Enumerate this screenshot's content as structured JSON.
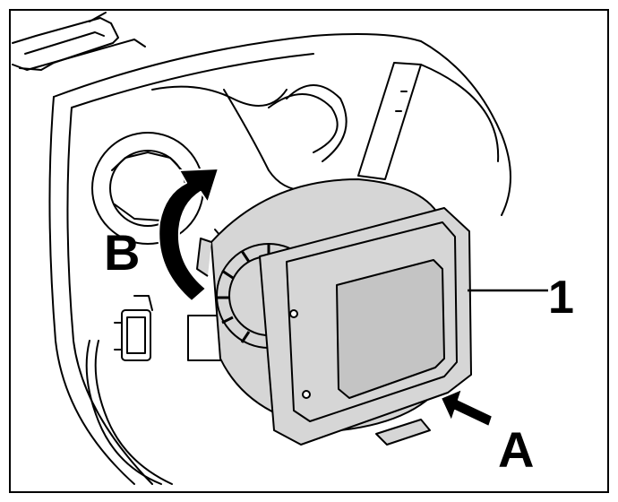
{
  "callouts": {
    "b": "B",
    "a": "A",
    "part_number": "1"
  },
  "colors": {
    "line": "#000000",
    "component_gray": "#d6d6d6",
    "lens_gray": "#c4c4c4",
    "background": "#ffffff"
  },
  "icons": {
    "rotation_arrow": "curved-arrow-icon",
    "push_arrow": "push-arrow-icon"
  }
}
